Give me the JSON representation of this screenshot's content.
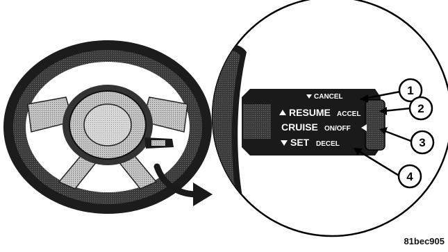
{
  "image_code": "81bec905",
  "lever": {
    "cancel": "CANCEL",
    "resume": "RESUME",
    "accel": "ACCEL",
    "cruise": "CRUISE",
    "onoff": "ON/OFF",
    "set": "SET",
    "decel": "DECEL"
  },
  "callouts": [
    {
      "number": "1"
    },
    {
      "number": "2"
    },
    {
      "number": "3"
    },
    {
      "number": "4"
    }
  ],
  "icons": {
    "steering_wheel": "steering-wheel-icon",
    "magnify_arrow": "curved-arrow-icon"
  }
}
